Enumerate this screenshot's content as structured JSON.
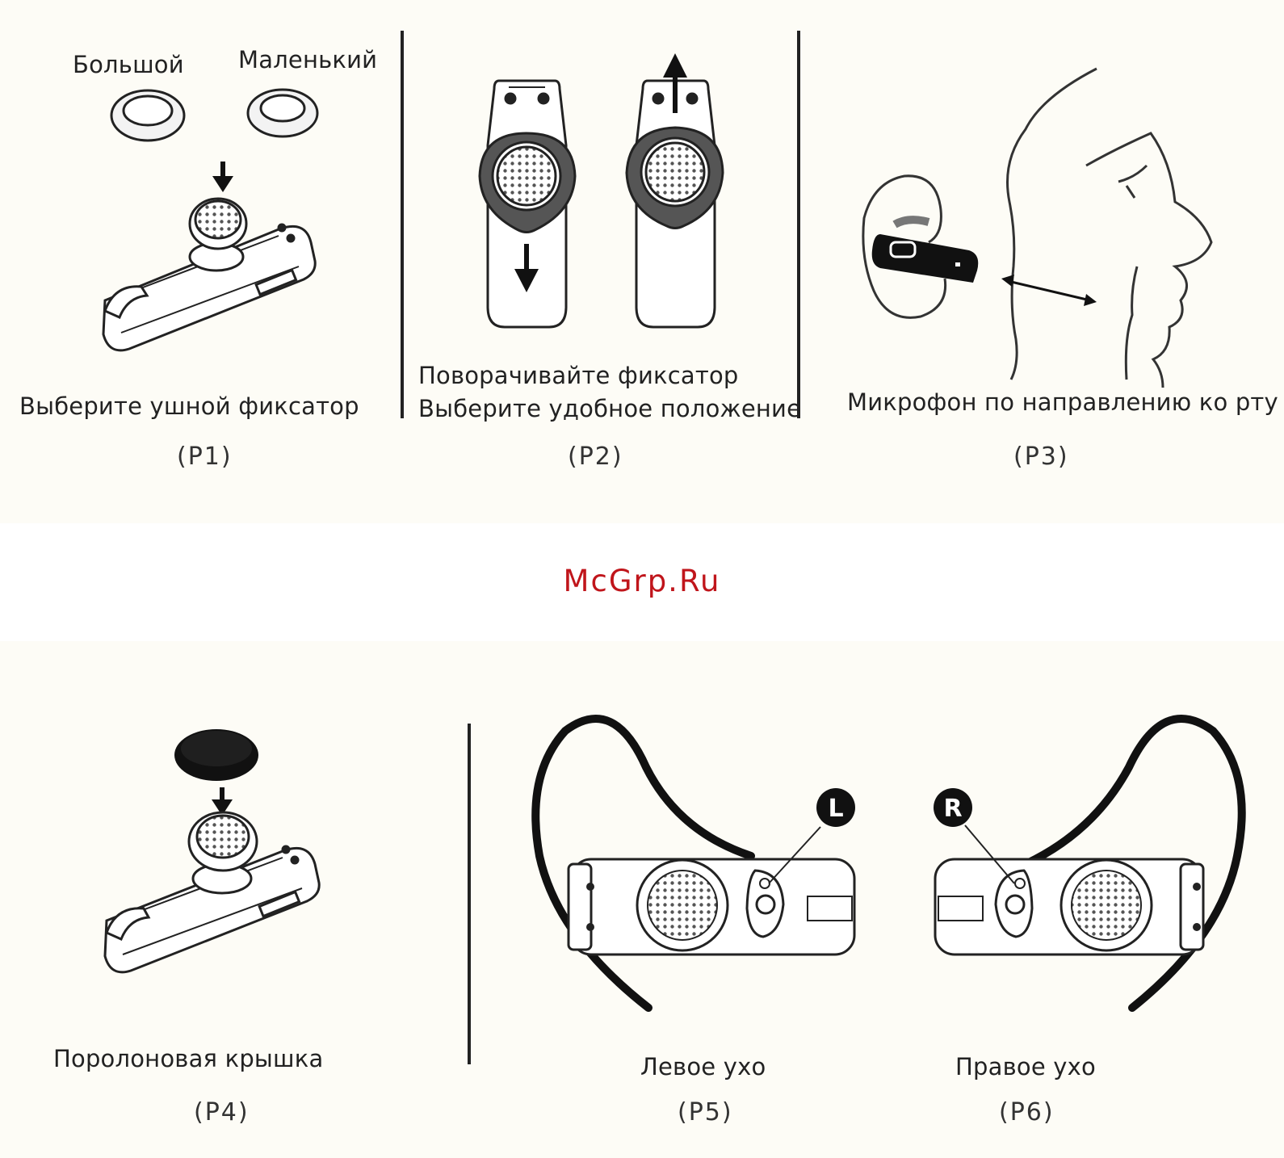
{
  "panels": {
    "p1": {
      "size_large": "Большой",
      "size_small": "Маленький",
      "caption": "Выберите ушной фиксатор",
      "number": "(P1)"
    },
    "p2": {
      "caption_line1": "Поворачивайте фиксатор",
      "caption_line2": "Выберите удобное положение",
      "number": "(P2)"
    },
    "p3": {
      "caption": "Микрофон по направлению ко рту",
      "number": "(P3)"
    },
    "p4": {
      "caption": "Поролоновая крышка",
      "number": "(P4)"
    },
    "p5": {
      "caption": "Левое ухо",
      "badge": "L",
      "number": "(P5)"
    },
    "p6": {
      "caption": "Правое ухо",
      "badge": "R",
      "number": "(P6)"
    }
  },
  "watermark": "McGrp.Ru",
  "colors": {
    "background_band": "#fdfcf6",
    "line": "#111111",
    "watermark": "#c0151b"
  }
}
